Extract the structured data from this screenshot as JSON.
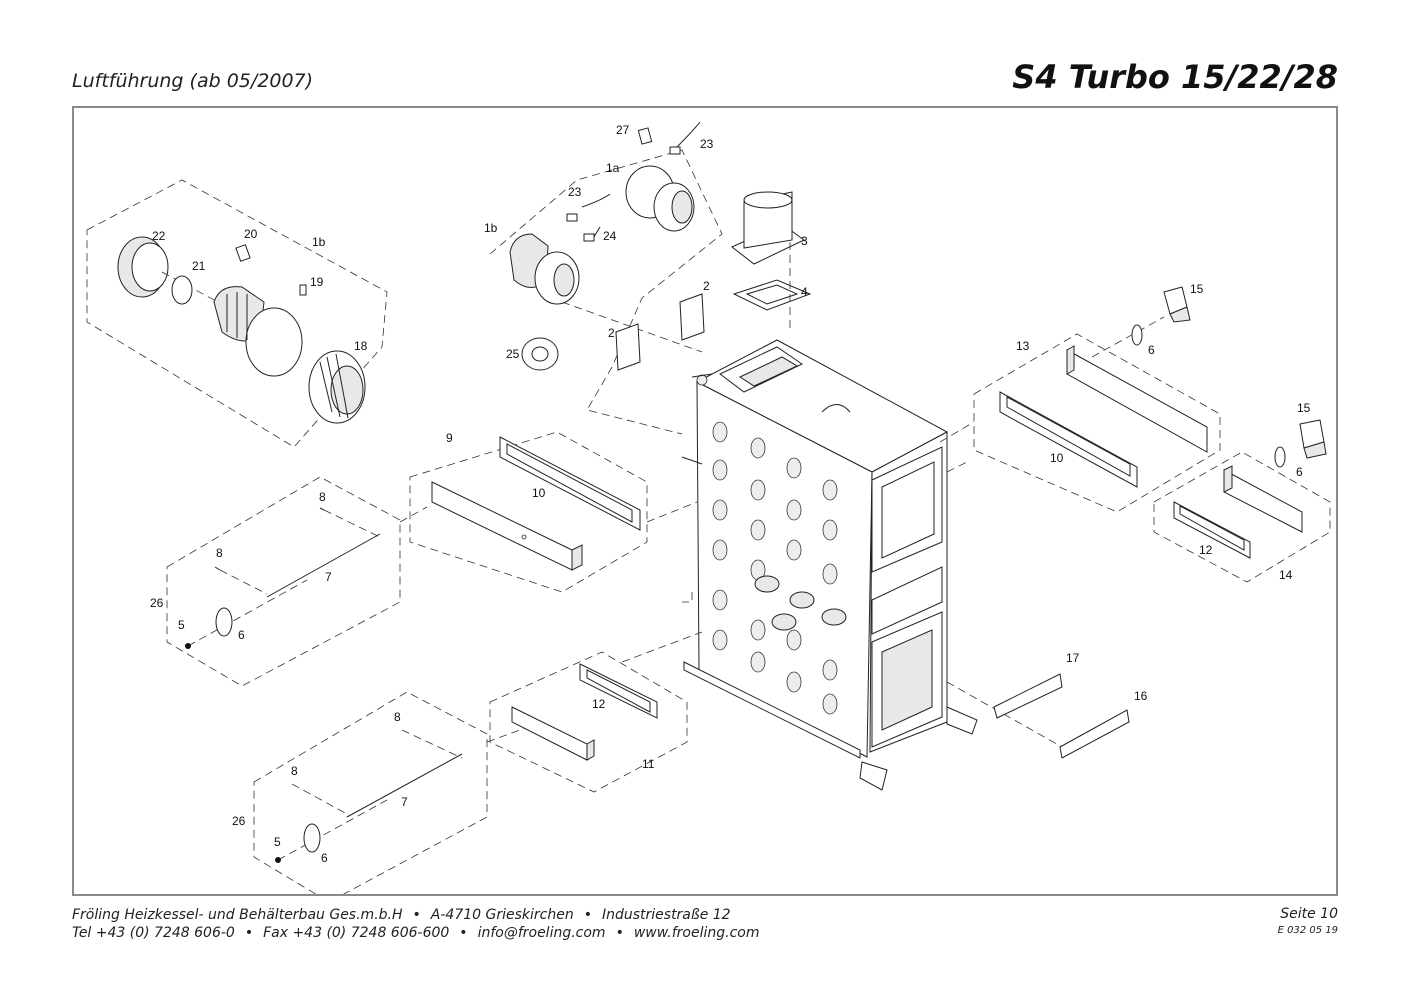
{
  "header": {
    "subtitle": "Luftführung (ab 05/2007)",
    "title": "S4 Turbo 15/22/28"
  },
  "labels": {
    "l1": "27",
    "l2": "23",
    "l3": "1a",
    "l4": "23",
    "l5": "1b",
    "l6": "24",
    "l7": "3",
    "l8": "22",
    "l9": "20",
    "l10": "1b",
    "l11": "21",
    "l12": "19",
    "l13": "18",
    "l14": "2",
    "l15": "4",
    "l16": "2",
    "l17": "25",
    "l18": "15",
    "l19": "13",
    "l20": "6",
    "l21": "15",
    "l22": "10",
    "l23": "6",
    "l24": "12",
    "l25": "14",
    "l26": "9",
    "l27": "10",
    "l28": "8",
    "l29": "8",
    "l30": "7",
    "l31": "26",
    "l32": "5",
    "l33": "6",
    "l34": "17",
    "l35": "16",
    "l36": "12",
    "l37": "11",
    "l38": "8",
    "l39": "8",
    "l40": "7",
    "l41": "26",
    "l42": "5",
    "l43": "6"
  },
  "footer": {
    "company": "Fröling Heizkessel- und Behälterbau Ges.m.b.H",
    "address": "A-4710 Grieskirchen",
    "street": "Industriestraße 12",
    "tel": "Tel +43 (0) 7248 606-0",
    "fax": "Fax +43 (0) 7248 606-600",
    "email": "info@froeling.com",
    "web": "www.froeling.com",
    "bullet": "•",
    "page": "Seite 10",
    "code": "E 032 05 19"
  }
}
